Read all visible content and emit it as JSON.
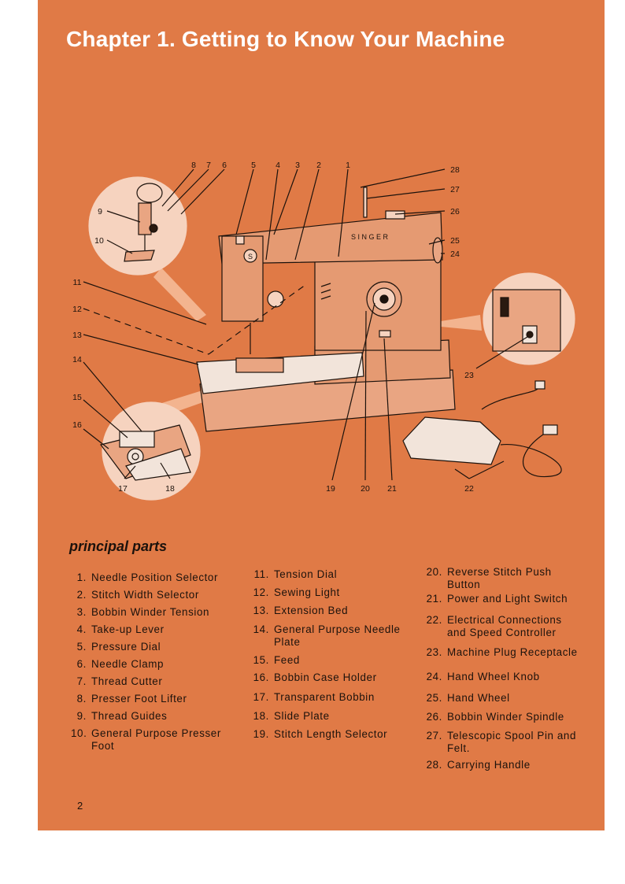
{
  "page_title": "Chapter 1. Getting to Know Your Machine",
  "section_heading": "principal parts",
  "page_number": "2",
  "colors": {
    "page_background": "#e07a46",
    "machine_body": "#e59a72",
    "callout_circle": "#f6d3bf",
    "text": "#1c120c",
    "title": "#ffffff"
  },
  "diagram": {
    "brand": "S I N G E R",
    "callouts_top": [
      "8",
      "7",
      "6",
      "5",
      "4",
      "3",
      "2",
      "1"
    ],
    "callouts_right": [
      "28",
      "27",
      "26",
      "25",
      "24",
      "23"
    ],
    "callouts_left": [
      "9",
      "10",
      "11",
      "12",
      "13",
      "14",
      "15",
      "16"
    ],
    "callouts_bottom": [
      "17",
      "18",
      "19",
      "20",
      "21",
      "22"
    ]
  },
  "parts": [
    {
      "num": "1.",
      "name": "Needle Position Selector"
    },
    {
      "num": "2.",
      "name": "Stitch Width Selector"
    },
    {
      "num": "3.",
      "name": "Bobbin Winder Tension"
    },
    {
      "num": "4.",
      "name": "Take-up Lever"
    },
    {
      "num": "5.",
      "name": "Pressure Dial"
    },
    {
      "num": "6.",
      "name": "Needle Clamp"
    },
    {
      "num": "7.",
      "name": "Thread Cutter"
    },
    {
      "num": "8.",
      "name": "Presser Foot Lifter"
    },
    {
      "num": "9.",
      "name": "Thread Guides"
    },
    {
      "num": "10.",
      "name": "General Purpose Presser\nFoot"
    },
    {
      "num": "11.",
      "name": "Tension Dial"
    },
    {
      "num": "12.",
      "name": "Sewing Light"
    },
    {
      "num": "13.",
      "name": "Extension Bed"
    },
    {
      "num": "14.",
      "name": "General Purpose Needle\nPlate"
    },
    {
      "num": "15.",
      "name": "Feed"
    },
    {
      "num": "16.",
      "name": "Bobbin Case Holder"
    },
    {
      "num": "17.",
      "name": "Transparent Bobbin"
    },
    {
      "num": "18.",
      "name": "Slide Plate"
    },
    {
      "num": "19.",
      "name": "Stitch Length Selector"
    },
    {
      "num": "20.",
      "name": "Reverse Stitch Push\nButton"
    },
    {
      "num": "21.",
      "name": "Power and Light Switch"
    },
    {
      "num": "22.",
      "name": "Electrical Connections\nand Speed Controller"
    },
    {
      "num": "23.",
      "name": "Machine Plug Receptacle"
    },
    {
      "num": "24.",
      "name": "Hand Wheel Knob"
    },
    {
      "num": "25.",
      "name": "Hand Wheel"
    },
    {
      "num": "26.",
      "name": "Bobbin Winder Spindle"
    },
    {
      "num": "27.",
      "name": "Telescopic Spool Pin and\nFelt."
    },
    {
      "num": "28.",
      "name": "Carrying Handle"
    }
  ]
}
